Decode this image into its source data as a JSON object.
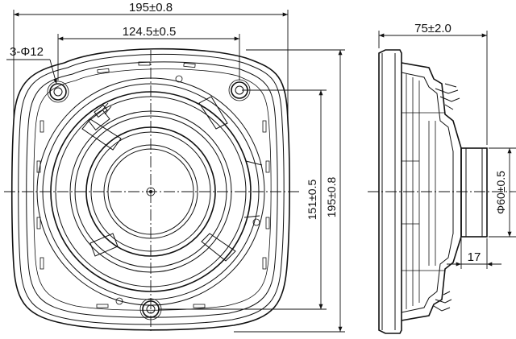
{
  "front_view": {
    "overall_width": "195±0.8",
    "bolt_spacing": "124.5±0.5",
    "hole_callout": "3-Φ12",
    "inner_height": "151±0.5",
    "overall_height": "195±0.8"
  },
  "side_view": {
    "depth": "75±2.0",
    "magnet_diameter": "Φ60±0.5",
    "magnet_depth": "17"
  },
  "colors": {
    "line": "#111111",
    "background": "#ffffff"
  }
}
